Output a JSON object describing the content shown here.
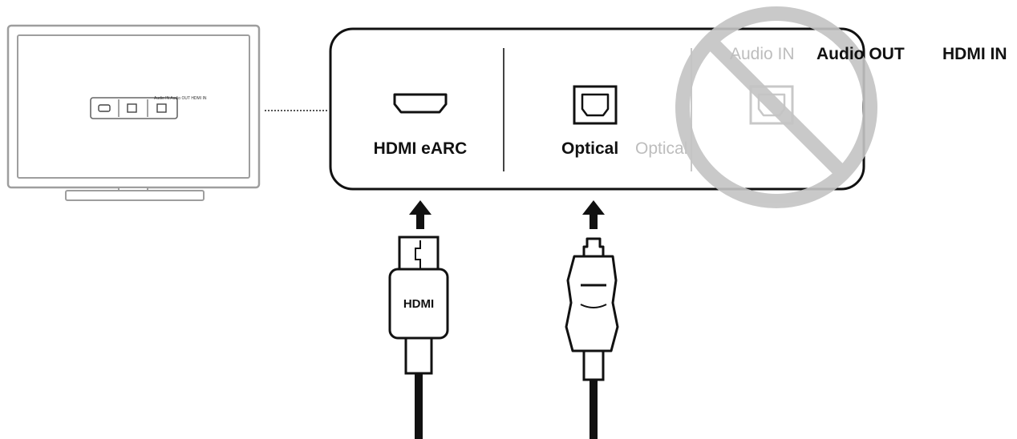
{
  "tv": {
    "panel_caption": "Audio IN Audio OUT HDMI IN"
  },
  "panel": {
    "ports": [
      {
        "label": "HDMI eARC",
        "state": "active"
      },
      {
        "label": "Optical",
        "state": "active"
      },
      {
        "label": "Optical",
        "state": "disabled"
      }
    ],
    "header": {
      "audio_in": "Audio IN",
      "audio_out": "Audio OUT",
      "hdmi_in": "HDMI IN"
    }
  },
  "cables": {
    "hdmi_plug_label": "HDMI"
  },
  "colors": {
    "ink": "#111111",
    "disabled_gray": "#c8c8c8",
    "prohibited_circle": "#c4c4c4"
  }
}
